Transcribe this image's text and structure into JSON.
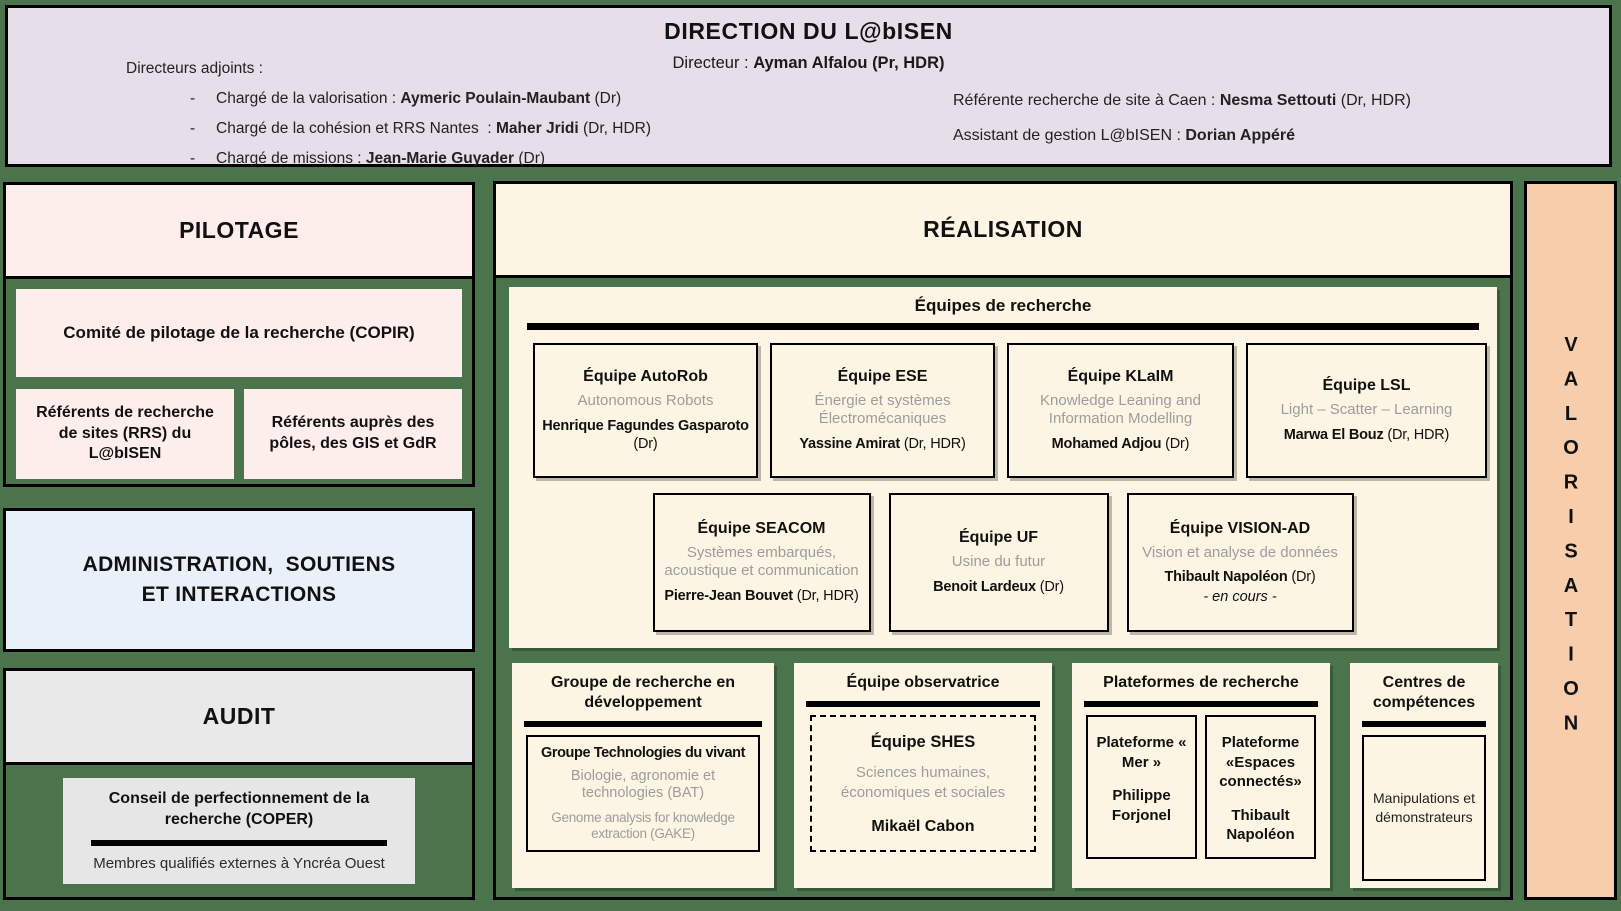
{
  "colors": {
    "bg-green": "#4b734c",
    "lavender": "#e6dee9",
    "pink": "#fdeeec",
    "blue": "#eaf0fa",
    "gray-header": "#e9e9e9",
    "gray-box": "#e6e6e6",
    "cream": "#fdf5e3",
    "peach": "#f8cdab",
    "muted": "#9d9d9d"
  },
  "direction": {
    "title": "DIRECTION DU L@bISEN",
    "director_label": "Directeur : ",
    "director_name": "Ayman Alfalou (Pr, HDR)",
    "adjoints_label": "Directeurs adjoints :",
    "adjoints": [
      {
        "dash": "-",
        "role": "Chargé de la valorisation : ",
        "name": "Aymeric Poulain-Maubant",
        "suffix": " (Dr)"
      },
      {
        "dash": "-",
        "role": "Chargé de la cohésion et RRS Nantes  : ",
        "name": "Maher Jridi",
        "suffix": " (Dr, HDR)"
      },
      {
        "dash": "-",
        "role": "Chargé de missions : ",
        "name": "Jean-Marie Guyader",
        "suffix": " (Dr)"
      }
    ],
    "right_lines": [
      {
        "label": "Référente recherche de site à Caen : ",
        "name": "Nesma Settouti",
        "suffix": " (Dr, HDR)"
      },
      {
        "label": "Assistant de gestion L@bISEN : ",
        "name": "Dorian Appéré",
        "suffix": ""
      }
    ]
  },
  "pilotage": {
    "title": "PILOTAGE",
    "copir": "Comité de pilotage de la recherche (COPIR)",
    "rrs": "Référents de recherche de sites (RRS) du L@bISEN",
    "poles": "Référents auprès des pôles, des GIS et GdR"
  },
  "administration": {
    "title": "ADMINISTRATION,  SOUTIENS\nET INTERACTIONS"
  },
  "audit": {
    "title": "AUDIT",
    "coper_title": "Conseil de perfectionnement de la recherche (COPER)",
    "coper_members": "Membres qualifiés externes à Yncréa Ouest"
  },
  "realisation": {
    "title": "RÉALISATION",
    "equipes_title": "Équipes de recherche",
    "teams": [
      {
        "code": "Équipe AutoRob",
        "subtitle": "Autonomous Robots",
        "leader": "Henrique Fagundes Gasparoto",
        "suffix": " (Dr)"
      },
      {
        "code": "Équipe ESE",
        "subtitle": "Énergie et systèmes Électromécaniques",
        "leader": "Yassine Amirat",
        "suffix": " (Dr, HDR)"
      },
      {
        "code": "Équipe KLaIM",
        "subtitle": "Knowledge Leaning and Information Modelling",
        "leader": "Mohamed Adjou",
        "suffix": " (Dr)"
      },
      {
        "code": "Équipe LSL",
        "subtitle": "Light – Scatter – Learning",
        "leader": "Marwa El Bouz",
        "suffix": " (Dr, HDR)"
      },
      {
        "code": "Équipe SEACOM",
        "subtitle": "Systèmes embarqués, acoustique et communication",
        "leader": "Pierre-Jean Bouvet",
        "suffix": " (Dr, HDR)"
      },
      {
        "code": "Équipe UF",
        "subtitle": "Usine du futur",
        "leader": "Benoit Lardeux",
        "suffix": " (Dr)"
      },
      {
        "code": "Équipe VISION-AD",
        "subtitle": "Vision et analyse de données",
        "leader": "Thibault Napoléon",
        "suffix": " (Dr)",
        "note": "- en cours -"
      }
    ],
    "groupe_dev": {
      "title": "Groupe de recherche en développement",
      "box_title": "Groupe Technologies du vivant",
      "line1": "Biologie, agronomie et technologies (BAT)",
      "line2": "Genome analysis for knowledge extraction (GAKE)"
    },
    "observatrice": {
      "title": "Équipe observatrice",
      "box_title": "Équipe SHES",
      "subtitle": "Sciences humaines, économiques et sociales",
      "leader": "Mikaël Cabon"
    },
    "plateformes": {
      "title": "Plateformes de recherche",
      "items": [
        {
          "title": "Plateforme « Mer »",
          "leader": "Philippe Forjonel"
        },
        {
          "title": "Plateforme «Espaces connectés»",
          "leader": "Thibault Napoléon"
        }
      ]
    },
    "centres": {
      "title": "Centres de compétences",
      "box_text": "Manipulations et démonstrateurs"
    }
  },
  "valorisation": {
    "title": "VALORISATION"
  }
}
